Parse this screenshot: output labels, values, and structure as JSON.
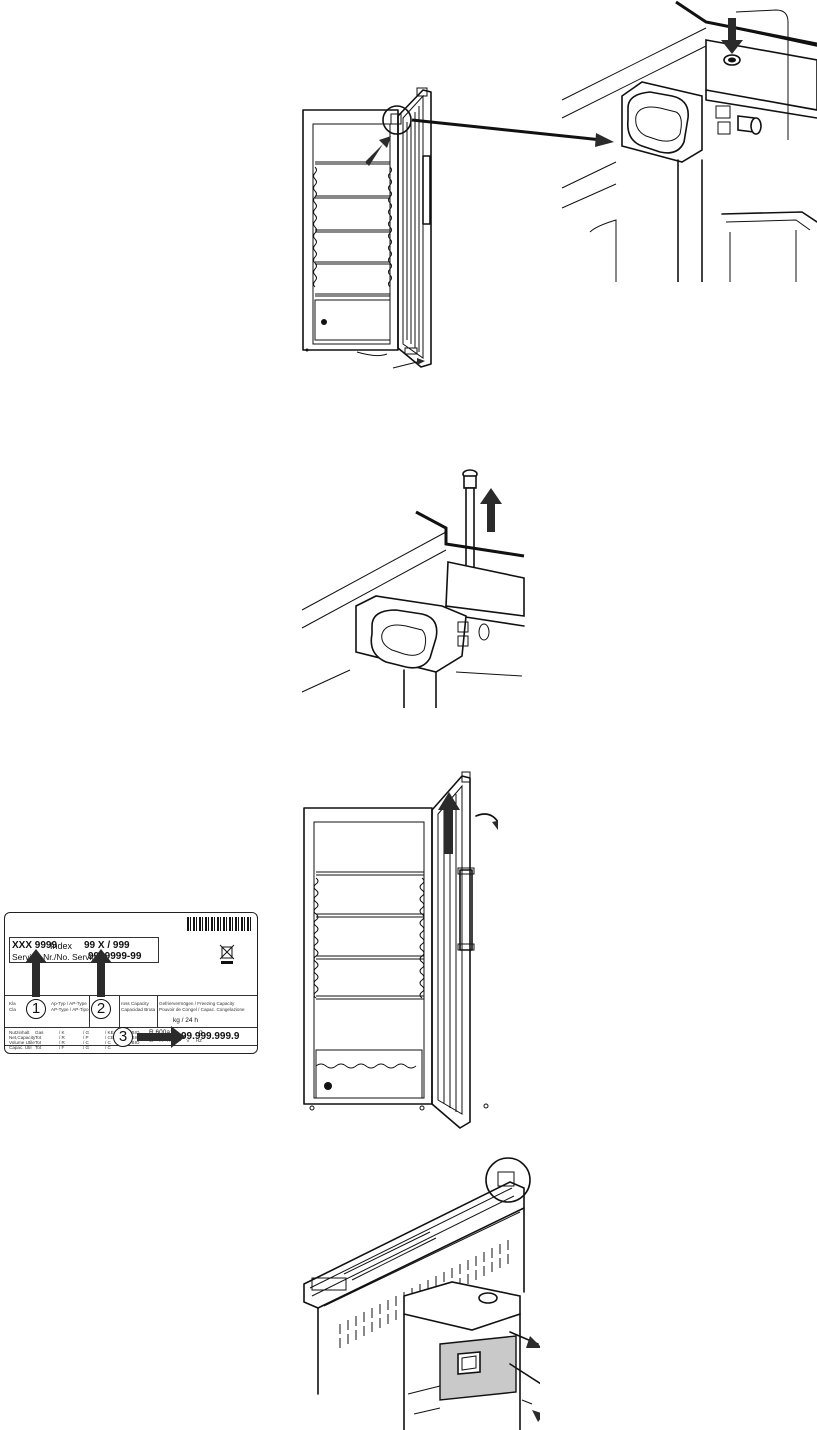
{
  "rating_plate": {
    "model_code": "XXX 9999",
    "index_label": "Index",
    "index_value": "99 X / 999",
    "service_label": "Service-Nr./No. Service:",
    "service_value": "9999999-99",
    "serial_value": "99.999.999.9",
    "callouts": [
      "1",
      "2",
      "3"
    ],
    "ap_type_line1": "Ap-Typ / AP-Type",
    "ap_type_line2": "AP-Type / AP-Tipo",
    "freezing_label_1": "Gefriervermögen / Freezing Capacity",
    "freezing_label_2": "Pouvoir de Congel / Capac. Congelazione",
    "freezing_label_3": "ross Capacity",
    "freezing_label_4": "Capacidad Bruta",
    "kg_per_day": "kg / 24 h",
    "refrigerant": "R 600a:",
    "refrigerant_unit": "g",
    "power_row": "W     A    AC    ~    V     HZ",
    "row_labels": [
      "Nutzinhalt",
      "Net,Capacity",
      "Volume Utile",
      "Capac. Util"
    ],
    "gas": "Gas",
    "tot": "Tot",
    "unit_cols": [
      "/ K",
      "/ R",
      "/ R",
      "/ F"
    ],
    "unit_cols2": [
      "/ G",
      "/ P",
      "/ C",
      "/ G"
    ],
    "unit_cols3": [
      "/ KE",
      "/ CE",
      "/ C",
      "/ C"
    ],
    "unit_cols4": [
      "/ BIO",
      "/ BIO",
      "/ BIO",
      ""
    ],
    "kl_label": "Kla",
    "cla_label": "Cla"
  },
  "colors": {
    "line": "#111111",
    "arrow": "#2b2b2b",
    "highlight_panel": "#c9c9c9"
  }
}
